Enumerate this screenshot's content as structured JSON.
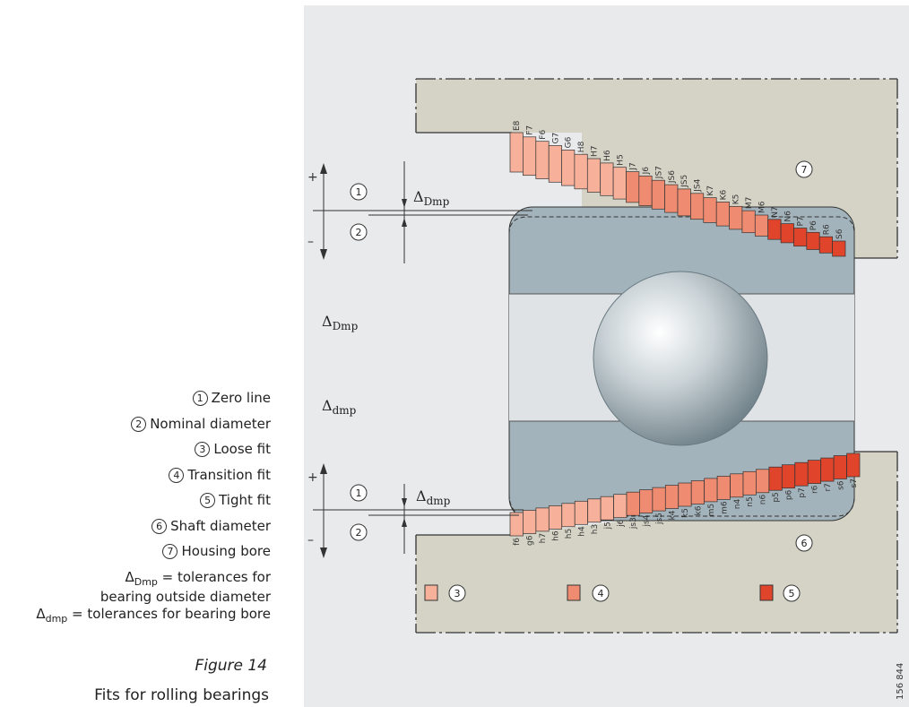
{
  "legend": [
    {
      "num": "1",
      "text": "Zero line"
    },
    {
      "num": "2",
      "text": "Nominal diameter"
    },
    {
      "num": "3",
      "text": "Loose fit"
    },
    {
      "num": "4",
      "text": "Transition fit"
    },
    {
      "num": "5",
      "text": "Tight fit"
    },
    {
      "num": "6",
      "text": "Shaft diameter"
    },
    {
      "num": "7",
      "text": "Housing bore"
    }
  ],
  "delta_outer": {
    "symbol": "Δ",
    "sub": "Dmp",
    "text": " = tolerances for",
    "text2": "bearing outside diameter"
  },
  "delta_inner": {
    "symbol": "Δ",
    "sub": "dmp",
    "text": " = tolerances for bearing bore"
  },
  "figure": {
    "number": "Figure 14",
    "title": "Fits for rolling bearings"
  },
  "diagram": {
    "delta_upper": {
      "symbol": "Δ",
      "sub": "Dmp"
    },
    "delta_lower": {
      "symbol": "Δ",
      "sub": "dmp"
    },
    "delta_mid_outer": {
      "symbol": "Δ",
      "sub": "Dmp"
    },
    "delta_mid_inner": {
      "symbol": "Δ",
      "sub": "dmp"
    },
    "plus": "+",
    "minus": "–",
    "n1": "1",
    "n2": "2",
    "n3": "3",
    "n4": "4",
    "n5": "5",
    "n6": "6",
    "n7": "7",
    "image_number": "156 844",
    "housing_classes": [
      "E8",
      "F7",
      "F6",
      "G7",
      "G6",
      "H8",
      "H7",
      "H6",
      "H5",
      "J7",
      "J6",
      "JS7",
      "JS6",
      "JS5",
      "JS4",
      "K7",
      "K6",
      "K5",
      "M7",
      "M6",
      "N7",
      "N6",
      "P7",
      "P6",
      "R6",
      "S6"
    ],
    "shaft_classes": [
      "f6",
      "g6",
      "h7",
      "h6",
      "h5",
      "h4",
      "h3",
      "j5",
      "j6",
      "js3",
      "js4",
      "js5",
      "k4",
      "k5",
      "k6",
      "m5",
      "m6",
      "n4",
      "n5",
      "n6",
      "p5",
      "p6",
      "p7",
      "r6",
      "r7",
      "s6",
      "s7"
    ]
  },
  "colors": {
    "background": "#e9eaeb",
    "housing": "#d4d3c6",
    "ring": "#a3b3bb",
    "raceway": "#e0e3e6",
    "loose": "#f7b19b",
    "transition": "#ef8b70",
    "tight": "#e0442b"
  }
}
